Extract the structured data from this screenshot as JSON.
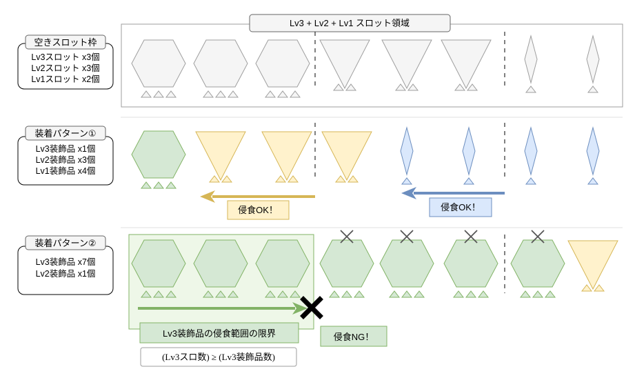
{
  "colors": {
    "empty_fill": "#f5f5f5",
    "empty_stroke": "#9e9e9e",
    "green_fill": "#d5e8d4",
    "green_stroke": "#82b366",
    "yellow_fill": "#fff2cc",
    "yellow_stroke": "#d6b656",
    "blue_fill": "#dae8fc",
    "blue_stroke": "#6c8ebf",
    "arrow_yellow": "#d6b656",
    "arrow_blue": "#6c8ebf",
    "arrow_green": "#82b366"
  },
  "top": {
    "region_label": "Lv3 + Lv2 + Lv1 スロット領域",
    "title": "空きスロット枠",
    "lines": [
      "Lv3スロット x3個",
      "Lv2スロット x3個",
      "Lv1スロット x2個"
    ]
  },
  "p1": {
    "title": "装着パターン①",
    "lines": [
      "Lv3装飾品 x1個",
      "Lv2装飾品 x3個",
      "Lv1装飾品 x4個"
    ],
    "ok_yellow": "侵食OK！",
    "ok_blue": "侵食OK！"
  },
  "p2": {
    "title": "装着パターン②",
    "lines": [
      "Lv3装飾品 x7個",
      "Lv2装飾品 x1個"
    ],
    "limit": "Lv3装飾品の侵食範囲の限界",
    "ng": "侵食NG！",
    "formula": "(Lv3スロ数) ≥ (Lv3装飾品数)"
  }
}
